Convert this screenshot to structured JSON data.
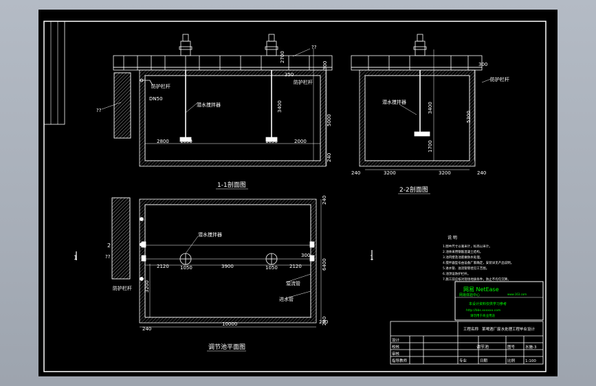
{
  "sections": {
    "s11": {
      "title": "1-1剖面图"
    },
    "s22": {
      "title": "2-2剖面图"
    },
    "plan": {
      "title": "调节池平面图"
    }
  },
  "cut_marks": {
    "left": "1",
    "right": "1",
    "top_left": "2"
  },
  "labels": {
    "mixer": "潜水搅拌器",
    "pipe_dn": "DN50",
    "railing": "防护栏杆",
    "unknown_a": "??",
    "unknown_b": "??",
    "unknown_c": "??",
    "overflow": "溢流管",
    "inlet": "进水管"
  },
  "dims_11": {
    "d1": "2800",
    "d2": "1050",
    "d3": "1050",
    "d4": "2000",
    "h1": "2700",
    "h2": "3400",
    "h3": "5000",
    "h4": "240",
    "h5": "300",
    "h6": "350"
  },
  "dims_22": {
    "w1": "240",
    "w2": "3200",
    "w3": "3200",
    "w4": "240",
    "h1": "3400",
    "h2": "5300",
    "h3": "1700",
    "h4": "300"
  },
  "dims_plan": {
    "a1": "2120",
    "a2": "1050",
    "a3": "3900",
    "a4": "1050",
    "a5": "2120",
    "len": "10000",
    "l1": "240",
    "l2": "240",
    "r1": "300",
    "r2": "6400",
    "r3": "3200",
    "t1": "240",
    "b1": "240"
  },
  "notes": {
    "heading": "说 明",
    "lines": [
      "1.图中尺寸以毫米计，标高以米计。",
      "2.池体采用钢筋混凝土结构。",
      "3.池内壁及池底做防水处理。",
      "4.搅拌器型号由设备厂家确定，安装详见产品说明。",
      "5.进水管、溢流管管径见工艺图。",
      "6.池顶设防护栏杆。",
      "7.施工前应核对现场地质条件，防止不均匀沉降。"
    ]
  },
  "stamp": {
    "brand": "网易 NetEase",
    "url": "www.163.com",
    "sub": "网易体验中心",
    "line1": "本设计资料仅供学习参考",
    "line2": "http://bbs.xxxxxx.com",
    "line3": "请勿用于商业用途"
  },
  "title_block": {
    "project": "工程名称",
    "title": "某啤酒厂废水处理工程毕业设计",
    "drawing": "调节池",
    "row_a": "设计",
    "row_b": "校核",
    "row_c": "审核",
    "row_d": "指导教师",
    "sheet_label": "图号",
    "sheet_no": "水施-3",
    "scale_label": "比例",
    "scale": "1:100",
    "date_label": "日期",
    "major": "专业"
  },
  "colors": {
    "bg": "#000000",
    "line": "#ffffff",
    "stamp_text": "#00ff00",
    "stamp_border": "#ffffff"
  }
}
